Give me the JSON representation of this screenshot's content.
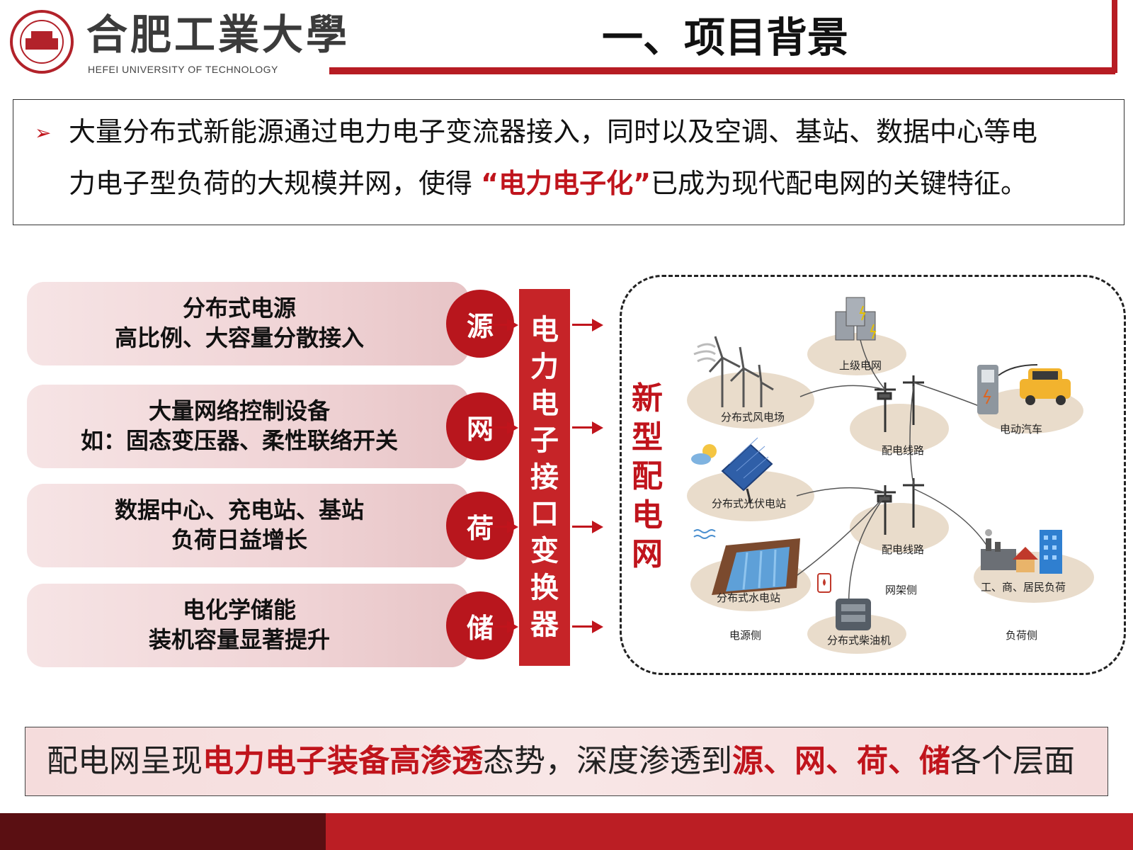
{
  "header": {
    "logo_cn": "合肥工業大學",
    "logo_en": "HEFEI UNIVERSITY OF TECHNOLOGY",
    "title": "一、项目背景",
    "accent_color": "#b71c23"
  },
  "intro": {
    "bullet_icon": "right-arrow-bullet-icon",
    "line1": "大量分布式新能源通过电力电子变流器接入，同时以及空调、基站、数据中心等电",
    "line2_pre": "力电子型负荷的大规模并网，使得 ",
    "line2_highlight": "“电力电子化”",
    "line2_post": "已成为现代配电网的关键特征。"
  },
  "categories": [
    {
      "line1": "分布式电源",
      "line2": "高比例、大容量分散接入",
      "tag": "源"
    },
    {
      "line1": "大量网络控制设备",
      "line2": "如：固态变压器、柔性联络开关",
      "tag": "网"
    },
    {
      "line1": "数据中心、充电站、基站",
      "line2": "负荷日益增长",
      "tag": "荷"
    },
    {
      "line1": "电化学储能",
      "line2": "装机容量显著提升",
      "tag": "储"
    }
  ],
  "converter_chars": [
    "电",
    "力",
    "电",
    "子",
    "接",
    "口",
    "变",
    "换",
    "器"
  ],
  "new_grid_chars": [
    "新",
    "型",
    "配",
    "电",
    "网"
  ],
  "illustration": {
    "labels": {
      "wind": "分布式风电场",
      "upper_grid": "上级电网",
      "line1": "配电线路",
      "ev": "电动汽车",
      "pv": "分布式光伏电站",
      "line2": "配电线路",
      "hydro": "分布式水电站",
      "network_side": "网架侧",
      "load": "工、商、居民负荷",
      "source_side": "电源侧",
      "diesel": "分布式柴油机",
      "load_side": "负荷侧"
    }
  },
  "summary": {
    "p1": "配电网呈现",
    "h1": "电力电子装备高渗透",
    "p2": "态势，深度渗透到",
    "h2": "源、网、荷、储",
    "p3": "各个层面"
  },
  "colors": {
    "red": "#c0141c",
    "dark_red": "#5a0f12",
    "circle": "#b8161d"
  }
}
